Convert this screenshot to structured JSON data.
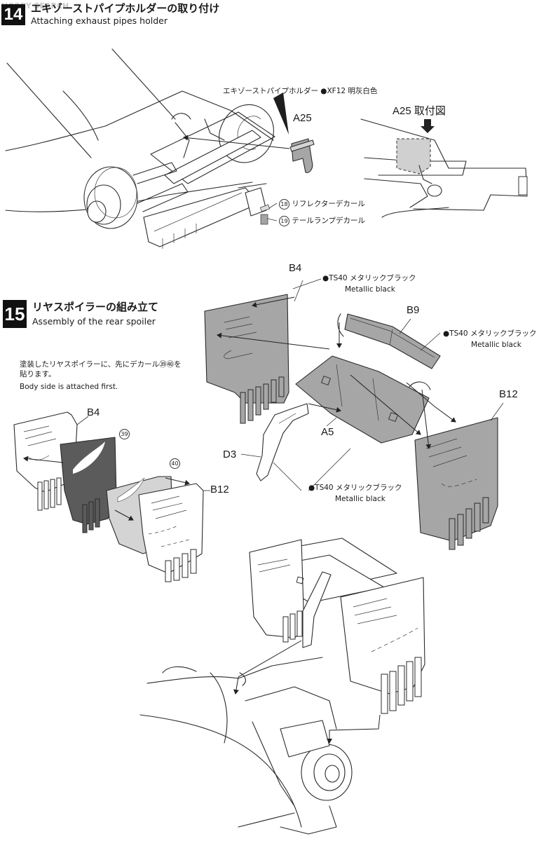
{
  "watermark": "HOBBY SEARCH",
  "step14": {
    "number": "14",
    "title_jp": "エキゾーストパイプホルダーの取り付け",
    "title_en": "Attaching exhaust pipes holder",
    "holder_note": "エキゾーストパイプホルダー ●XF12 明灰白色",
    "part_label": "A25",
    "inset_label": "A25 取付図",
    "decal_18_num": "18",
    "decal_18": "リフレクターデカール",
    "decal_19_num": "19",
    "decal_19": "テールランプデカール"
  },
  "step15": {
    "number": "15",
    "title_jp": "リヤスポイラーの組み立て",
    "title_en": "Assembly of the rear spoiler",
    "note_jp_1": "塗装したリヤスポイラーに、先にデカール㊴㊵を",
    "note_jp_2": "貼ります。",
    "note_en": "Body side is attached first.",
    "paint1_jp": "●TS40 メタリックブラック",
    "paint1_en": "Metallic black",
    "paint2_jp": "●TS40 メタリックブラック",
    "paint2_en": "Metallic black",
    "paint3_jp": "●TS40 メタリックブラック",
    "paint3_en": "Metallic black",
    "parts": {
      "b4_top": "B4",
      "b9": "B9",
      "b12_right": "B12",
      "a5": "A5",
      "d3": "D3",
      "b4_left": "B4",
      "b12_left": "B12",
      "decal_39": "39",
      "decal_40": "40"
    }
  }
}
